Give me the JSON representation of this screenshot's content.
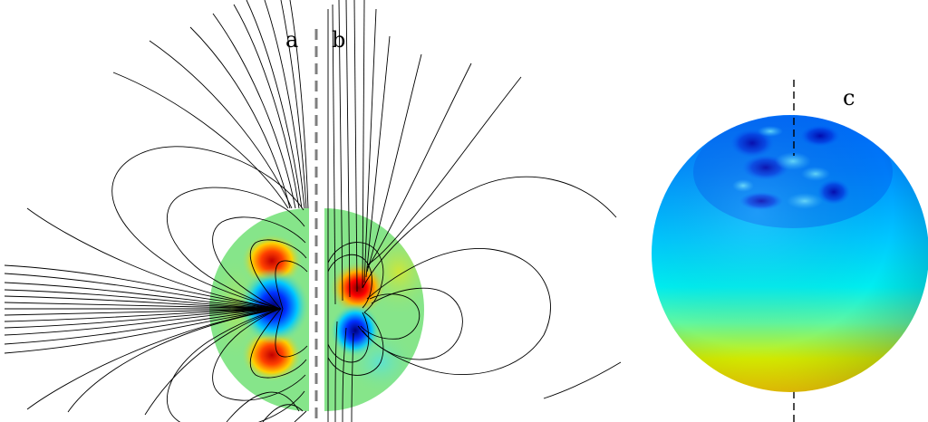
{
  "labels": {
    "a": "a",
    "b": "b",
    "c": "c"
  },
  "colors": {
    "colormap": [
      "#00008f",
      "#0000ff",
      "#0080ff",
      "#00ffff",
      "#80ff80",
      "#ffff00",
      "#ff8000",
      "#ff0000",
      "#800000"
    ],
    "background_field": "#86e58a",
    "field_line": "#000000",
    "axis_dashed": "#7f7f7f"
  },
  "icons": [
    "field-line-diagram",
    "magnetic-sphere-render"
  ]
}
